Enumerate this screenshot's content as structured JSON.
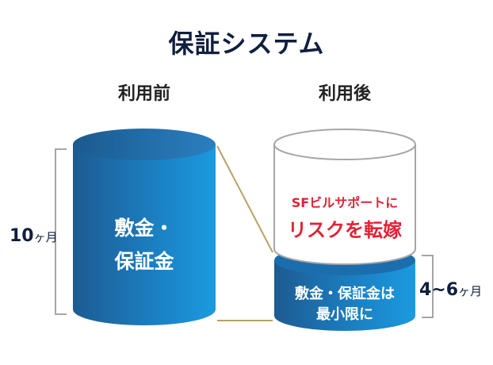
{
  "title": "保証システム",
  "before": {
    "label": "利用前",
    "cylinder_line1": "敷金・",
    "cylinder_line2": "保証金",
    "duration_number": "10",
    "duration_unit": "ヶ月"
  },
  "after": {
    "label": "利用後",
    "top_line1": "SFビルサポートに",
    "top_line2": "リスクを転嫁",
    "bottom_line1": "敷金・保証金は",
    "bottom_line2": "最小限に",
    "duration_number": "4~6",
    "duration_unit": "ヶ月"
  },
  "colors": {
    "cylinder_blue_dark": "#1d5b91",
    "cylinder_blue_light": "#1b9ae0",
    "red_text": "#e22236",
    "connector_gold": "#b8a266",
    "bracket_gray": "#a6a6a6"
  }
}
